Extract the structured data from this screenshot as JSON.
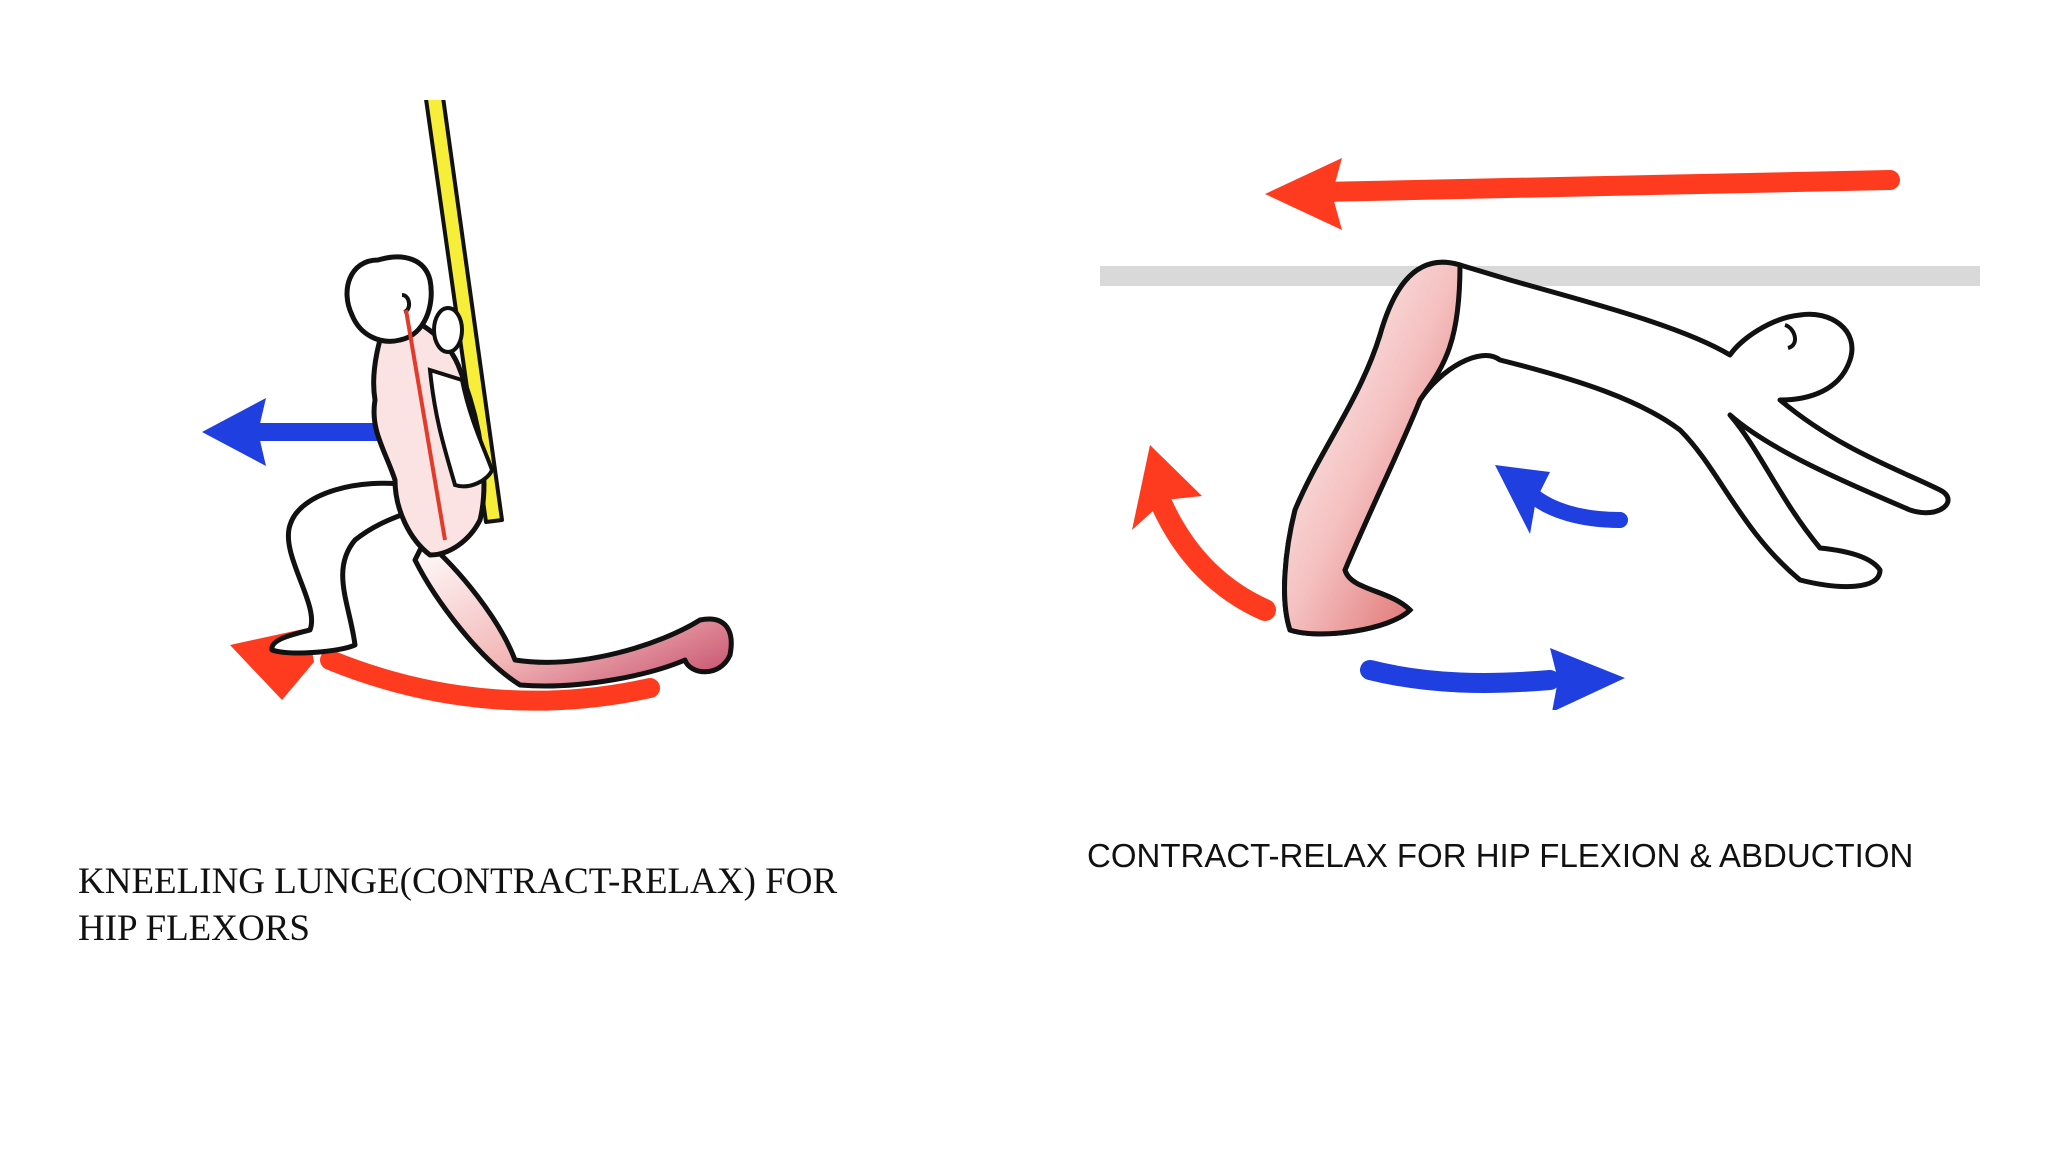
{
  "slide": {
    "figures": [
      {
        "id": "kneeling-lunge",
        "caption_lines": [
          "KNEELING LUNGE(CONTRACT-RELAX) FOR",
          "HIP FLEXORS"
        ],
        "arrows": [
          {
            "color": "blue",
            "direction": "left"
          },
          {
            "color": "red",
            "direction": "left-curved"
          }
        ],
        "prop": "yellow-stick"
      },
      {
        "id": "hip-flexion-abduction",
        "caption": "CONTRACT-RELAX FOR HIP FLEXION & ABDUCTION",
        "arrows": [
          {
            "color": "red",
            "direction": "left"
          },
          {
            "color": "red",
            "direction": "up-curved"
          },
          {
            "color": "blue",
            "direction": "left-curved"
          },
          {
            "color": "blue",
            "direction": "right"
          }
        ],
        "prop": "grey-bar"
      }
    ]
  },
  "colors": {
    "arrow_red": "#ff3b1f",
    "arrow_blue": "#1f3fe0",
    "stick_yellow": "#f7ee3a",
    "bar_grey": "#d9d9d9",
    "muscle_red": "#e94c4c",
    "outline": "#111111",
    "text": "#111111"
  }
}
